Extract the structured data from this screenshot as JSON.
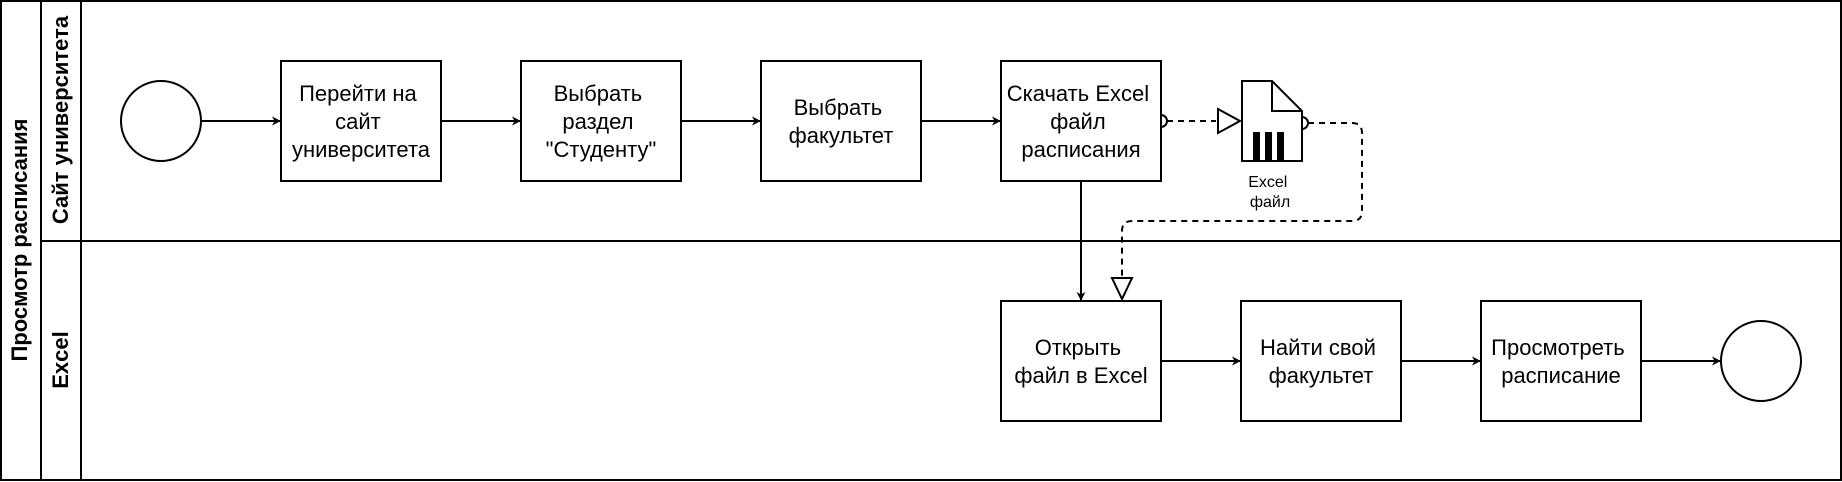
{
  "pool": {
    "label": "Просмотр расписания"
  },
  "lanes": [
    {
      "id": "lane-site",
      "label": "Сайт университета"
    },
    {
      "id": "lane-excel",
      "label": "Excel"
    }
  ],
  "tasks": [
    {
      "id": "t1",
      "lines": [
        "Перейти на",
        "сайт",
        "университета"
      ]
    },
    {
      "id": "t2",
      "lines": [
        "Выбрать",
        "раздел",
        "\"Студенту\""
      ]
    },
    {
      "id": "t3",
      "lines": [
        "Выбрать",
        "факультет"
      ]
    },
    {
      "id": "t4",
      "lines": [
        "Скачать Excel",
        "файл",
        "расписания"
      ]
    },
    {
      "id": "t5",
      "lines": [
        "Открыть",
        "файл в Excel"
      ]
    },
    {
      "id": "t6",
      "lines": [
        "Найти свой",
        "факультет"
      ]
    },
    {
      "id": "t7",
      "lines": [
        "Просмотреть",
        "расписание"
      ]
    }
  ],
  "data_object": {
    "lines": [
      "Excel",
      "файл"
    ]
  },
  "events": [
    {
      "id": "start",
      "type": "start"
    },
    {
      "id": "end",
      "type": "end"
    }
  ]
}
